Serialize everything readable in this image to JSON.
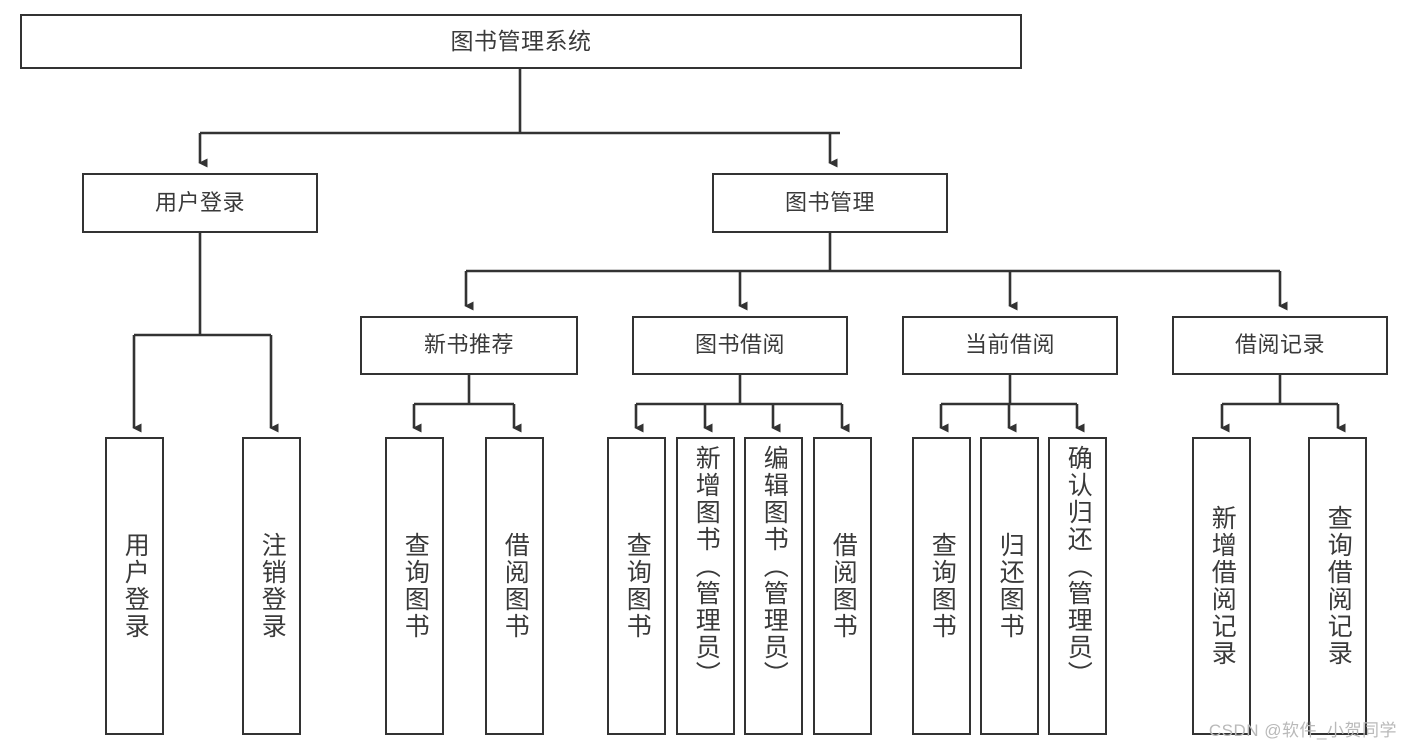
{
  "diagram": {
    "title": "图书管理系统",
    "watermark": "CSDN @软件_小贺同学",
    "line_color": "#333333",
    "text_color": "#3a3a3a",
    "background": "#ffffff",
    "root": {
      "label": "图书管理系统"
    },
    "level1": [
      {
        "label": "用户登录"
      },
      {
        "label": "图书管理"
      }
    ],
    "level2": [
      {
        "label": "新书推荐"
      },
      {
        "label": "图书借阅"
      },
      {
        "label": "当前借阅"
      },
      {
        "label": "借阅记录"
      }
    ],
    "leaves": {
      "user_login": [
        {
          "label": "用户登录"
        },
        {
          "label": "注销登录"
        }
      ],
      "new_book_recommend": [
        {
          "label": "查询图书"
        },
        {
          "label": "借阅图书"
        }
      ],
      "book_borrow": [
        {
          "label": "查询图书"
        },
        {
          "label": "新增图书（管理员）"
        },
        {
          "label": "编辑图书（管理员）"
        },
        {
          "label": "借阅图书"
        }
      ],
      "current_borrow": [
        {
          "label": "查询图书"
        },
        {
          "label": "归还图书"
        },
        {
          "label": "确认归还（管理员）"
        }
      ],
      "borrow_record": [
        {
          "label": "新增借阅记录"
        },
        {
          "label": "查询借阅记录"
        }
      ]
    }
  }
}
